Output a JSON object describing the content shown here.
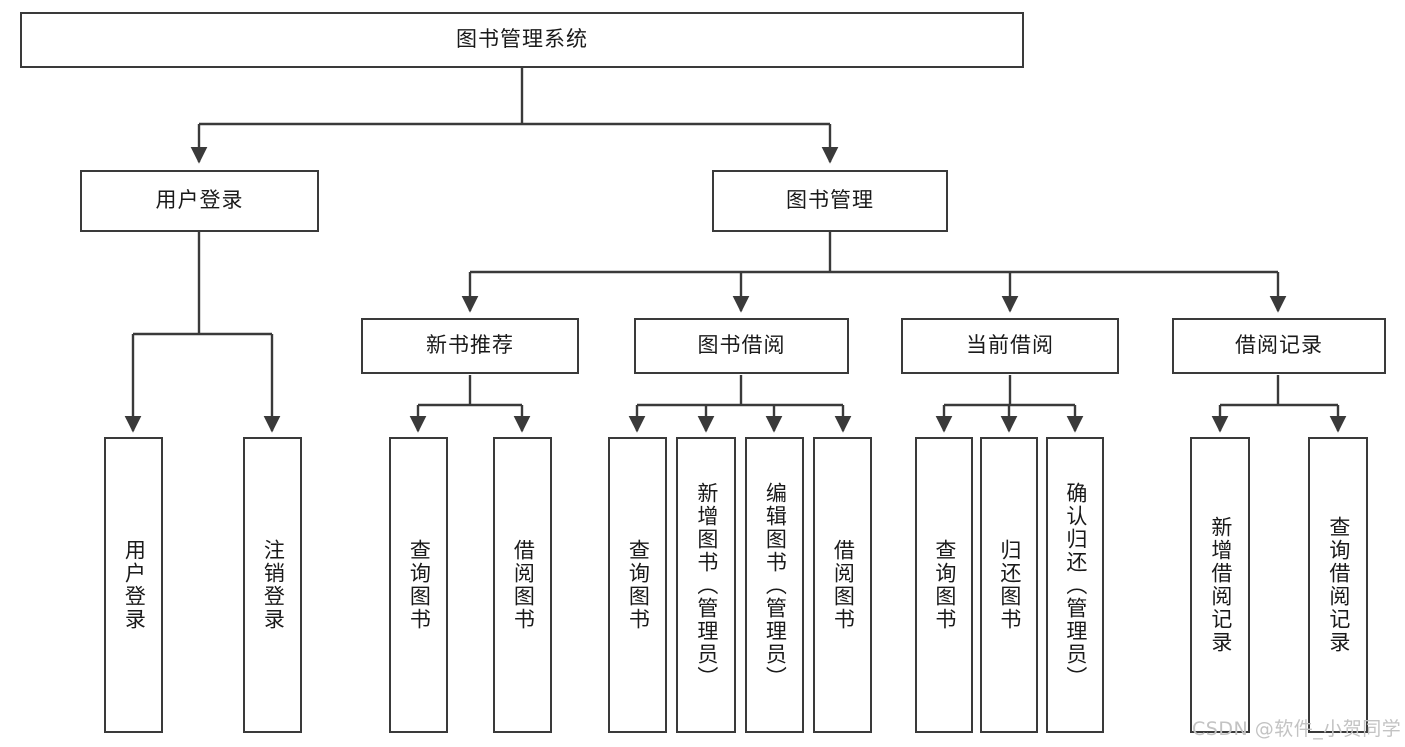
{
  "diagram": {
    "title_node": {
      "label": "图书管理系统"
    },
    "level1": [
      {
        "label": "用户登录"
      },
      {
        "label": "图书管理"
      }
    ],
    "level2": [
      {
        "label": "新书推荐"
      },
      {
        "label": "图书借阅"
      },
      {
        "label": "当前借阅"
      },
      {
        "label": "借阅记录"
      }
    ],
    "leaves": {
      "user_login": [
        {
          "label": "用户登录"
        },
        {
          "label": "注销登录"
        }
      ],
      "new_book_recommend": [
        {
          "label": "查询图书"
        },
        {
          "label": "借阅图书"
        }
      ],
      "book_borrow": [
        {
          "label": "查询图书"
        },
        {
          "label": "新增图书（管理员）"
        },
        {
          "label": "编辑图书（管理员）"
        },
        {
          "label": "借阅图书"
        }
      ],
      "current_borrow": [
        {
          "label": "查询图书"
        },
        {
          "label": "归还图书"
        },
        {
          "label": "确认归还（管理员）"
        }
      ],
      "borrow_record": [
        {
          "label": "新增借阅记录"
        },
        {
          "label": "查询借阅记录"
        }
      ]
    }
  },
  "watermark": {
    "text": "CSDN @软件_小贺同学"
  },
  "colors": {
    "stroke": "#3a3a3a",
    "text": "#1a1a1a",
    "background": "#ffffff",
    "watermark": "#c3c3c3"
  }
}
